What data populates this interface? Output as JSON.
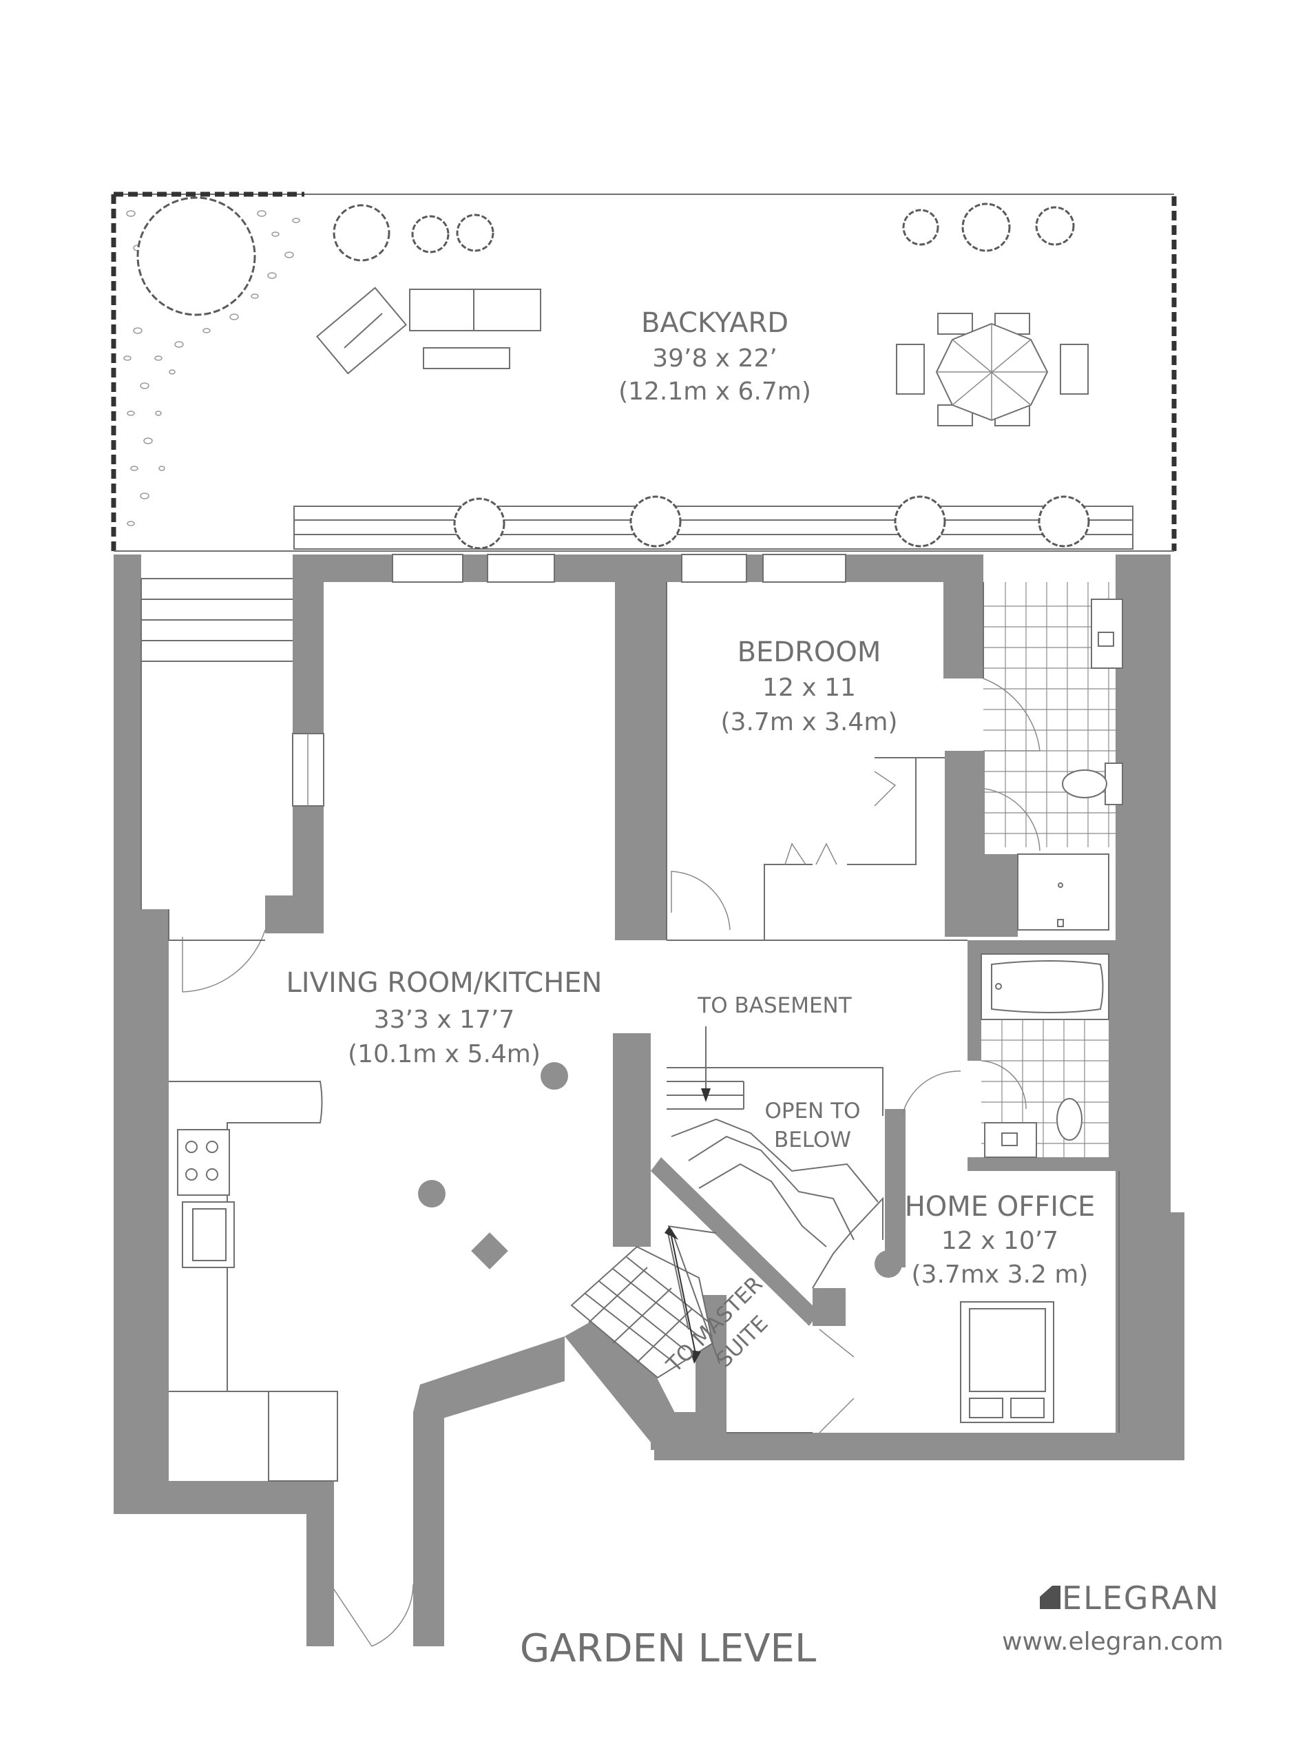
{
  "plan": {
    "title": "GARDEN LEVEL",
    "brand": {
      "name": "ELEGRAN",
      "url": "www.elegran.com"
    },
    "rooms": {
      "backyard": {
        "name": "BACKYARD",
        "dim_imperial": "39’8 x 22’",
        "dim_metric": "(12.1m x 6.7m)"
      },
      "bedroom": {
        "name": "BEDROOM",
        "dim_imperial": "12 x 11",
        "dim_metric": "(3.7m x 3.4m)"
      },
      "living": {
        "name": "LIVING ROOM/KITCHEN",
        "dim_imperial": "33’3 x 17’7",
        "dim_metric": "(10.1m x 5.4m)"
      },
      "office": {
        "name": "HOME OFFICE",
        "dim_imperial": "12 x 10’7",
        "dim_metric": "(3.7mx 3.2 m)"
      }
    },
    "annotations": {
      "to_basement": "TO BASEMENT",
      "open_to_below_line1": "OPEN TO",
      "open_to_below_line2": "BELOW",
      "to_master_line1": "TO MASTER",
      "to_master_line2": "SUITE"
    },
    "colors": {
      "wall": "#8f8f8f",
      "text": "#707070",
      "line": "#6f6f6f",
      "background": "#ffffff"
    }
  }
}
